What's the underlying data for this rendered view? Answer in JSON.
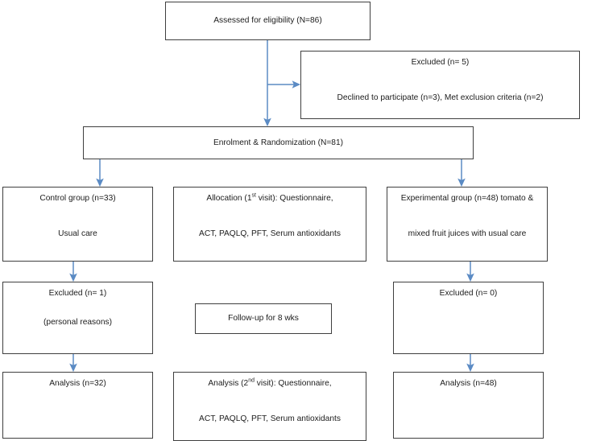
{
  "diagram": {
    "title": "CONSORT participant flow diagram",
    "type": "flowchart",
    "colors": {
      "box_border": "#3f3f3f",
      "box_fill": "#ffffff",
      "arrow": "#5b8bc4",
      "text": "#1c1c1c"
    }
  },
  "nodes": {
    "assessed": {
      "line1": "Assessed for eligibility (N=86)"
    },
    "excluded_top": {
      "line1": "Excluded (n= 5)",
      "line2": "Declined to participate (n=3), Met exclusion criteria (n=2)"
    },
    "enrolment": {
      "line1": "Enrolment & Randomization (N=81)"
    },
    "control": {
      "line1": "Control group (n=33)",
      "line2": "Usual care"
    },
    "allocation": {
      "line1_a": "Allocation (1",
      "line1_sup": "st",
      "line1_b": " visit): Questionnaire,",
      "line2": "ACT, PAQLQ, PFT, Serum antioxidants"
    },
    "experimental": {
      "line1": "Experimental group (n=48) tomato &",
      "line2": "mixed fruit juices with usual care"
    },
    "excluded_control": {
      "line1": "Excluded (n= 1)",
      "line2": "(personal reasons)"
    },
    "followup": {
      "line1": "Follow-up for 8 wks"
    },
    "excluded_experimental": {
      "line1": "Excluded (n= 0)"
    },
    "analysis_control": {
      "line1": "Analysis (n=32)"
    },
    "analysis_middle": {
      "line1_a": "Analysis (2",
      "line1_sup": "nd",
      "line1_b": " visit): Questionnaire,",
      "line2": "ACT, PAQLQ, PFT, Serum antioxidants"
    },
    "analysis_experimental": {
      "line1": "Analysis (n=48)"
    }
  },
  "connectors": [
    {
      "name": "assessed-to-enrolment",
      "from": "assessed",
      "to": "enrolment"
    },
    {
      "name": "assessed-to-excluded",
      "from": "assessed",
      "to": "excluded_top"
    },
    {
      "name": "enrolment-to-control",
      "from": "enrolment",
      "to": "control"
    },
    {
      "name": "enrolment-to-experimental",
      "from": "enrolment",
      "to": "experimental"
    },
    {
      "name": "control-to-excluded",
      "from": "control",
      "to": "excluded_control"
    },
    {
      "name": "experimental-to-excluded",
      "from": "experimental",
      "to": "excluded_experimental"
    },
    {
      "name": "excluded-to-analysis-control",
      "from": "excluded_control",
      "to": "analysis_control"
    },
    {
      "name": "excluded-to-analysis-experimental",
      "from": "excluded_experimental",
      "to": "analysis_experimental"
    }
  ]
}
